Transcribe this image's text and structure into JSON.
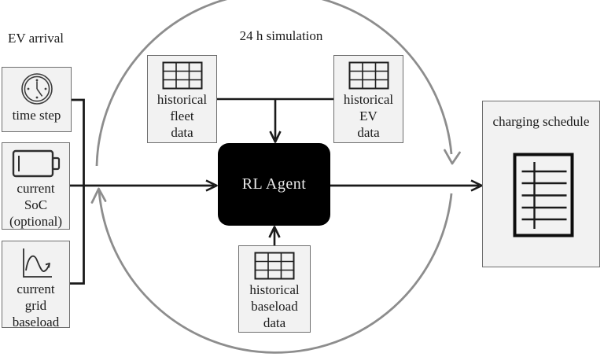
{
  "diagram": {
    "ev_arrival_label": "EV arrival",
    "simulation_label": "24 h simulation",
    "inputs": [
      {
        "id": "time-step",
        "label": "time step",
        "icon": "clock-icon"
      },
      {
        "id": "current-soc",
        "label": "current\nSoC\n(optional)",
        "icon": "battery-icon"
      },
      {
        "id": "current-grid-baseload",
        "label": "current\ngrid\nbaseload",
        "icon": "waveform-icon"
      }
    ],
    "data_sources": [
      {
        "id": "historical-fleet-data",
        "label": "historical\nfleet\ndata",
        "icon": "table-icon"
      },
      {
        "id": "historical-ev-data",
        "label": "historical\nEV\ndata",
        "icon": "table-icon"
      },
      {
        "id": "historical-baseload-data",
        "label": "historical\nbaseload\ndata",
        "icon": "table-icon"
      }
    ],
    "agent_label": "RL Agent",
    "output_label": "charging schedule",
    "colors": {
      "box_fill": "#f2f2f2",
      "box_border": "#6e6e6e",
      "agent_fill": "#000000",
      "agent_text": "#e9e9e9",
      "line": "#1a1a1a",
      "loop_arrow": "#8d8d8d"
    }
  }
}
